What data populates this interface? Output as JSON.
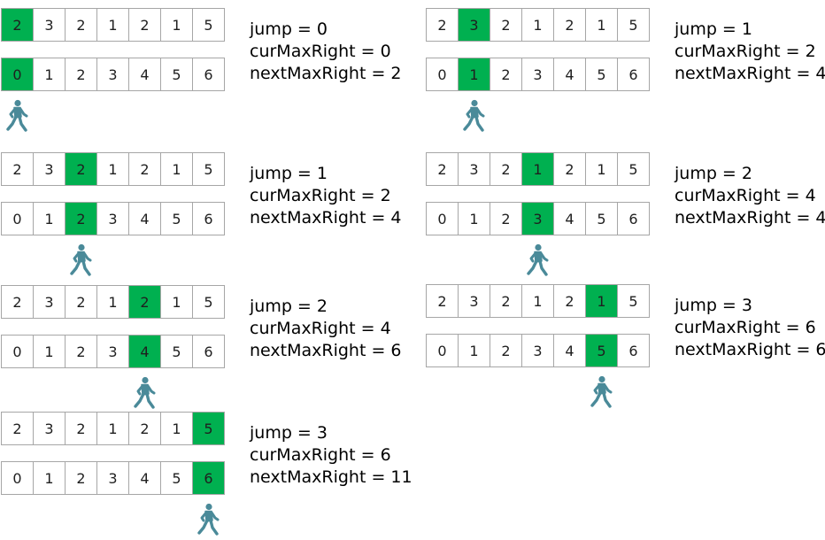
{
  "colors": {
    "highlight": "#00b050",
    "cell_border": "#a6a6a6",
    "walker": "#4a8a99"
  },
  "icons": {
    "walker": "walking-person-icon"
  },
  "steps": [
    {
      "top": [
        "2",
        "3",
        "2",
        "1",
        "2",
        "1",
        "5"
      ],
      "bottom": [
        "0",
        "1",
        "2",
        "3",
        "4",
        "5",
        "6"
      ],
      "hl": 0,
      "lines": [
        "jump = 0",
        "curMaxRight = 0",
        "nextMaxRight = 2"
      ]
    },
    {
      "top": [
        "2",
        "3",
        "2",
        "1",
        "2",
        "1",
        "5"
      ],
      "bottom": [
        "0",
        "1",
        "2",
        "3",
        "4",
        "5",
        "6"
      ],
      "hl": 1,
      "lines": [
        "jump = 1",
        "curMaxRight = 2",
        "nextMaxRight = 4"
      ]
    },
    {
      "top": [
        "2",
        "3",
        "2",
        "1",
        "2",
        "1",
        "5"
      ],
      "bottom": [
        "0",
        "1",
        "2",
        "3",
        "4",
        "5",
        "6"
      ],
      "hl": 2,
      "lines": [
        "jump = 1",
        "curMaxRight = 2",
        "nextMaxRight = 4"
      ]
    },
    {
      "top": [
        "2",
        "3",
        "2",
        "1",
        "2",
        "1",
        "5"
      ],
      "bottom": [
        "0",
        "1",
        "2",
        "3",
        "4",
        "5",
        "6"
      ],
      "hl": 3,
      "lines": [
        "jump = 2",
        "curMaxRight = 4",
        "nextMaxRight = 4"
      ]
    },
    {
      "top": [
        "2",
        "3",
        "2",
        "1",
        "2",
        "1",
        "5"
      ],
      "bottom": [
        "0",
        "1",
        "2",
        "3",
        "4",
        "5",
        "6"
      ],
      "hl": 4,
      "lines": [
        "jump = 2",
        "curMaxRight = 4",
        "nextMaxRight = 6"
      ]
    },
    {
      "top": [
        "2",
        "3",
        "2",
        "1",
        "2",
        "1",
        "5"
      ],
      "bottom": [
        "0",
        "1",
        "2",
        "3",
        "4",
        "5",
        "6"
      ],
      "hl": 5,
      "lines": [
        "jump = 3",
        "curMaxRight = 6",
        "nextMaxRight = 6"
      ]
    },
    {
      "top": [
        "2",
        "3",
        "2",
        "1",
        "2",
        "1",
        "5"
      ],
      "bottom": [
        "0",
        "1",
        "2",
        "3",
        "4",
        "5",
        "6"
      ],
      "hl": 6,
      "lines": [
        "jump = 3",
        "curMaxRight = 6",
        "nextMaxRight = 11"
      ]
    }
  ]
}
